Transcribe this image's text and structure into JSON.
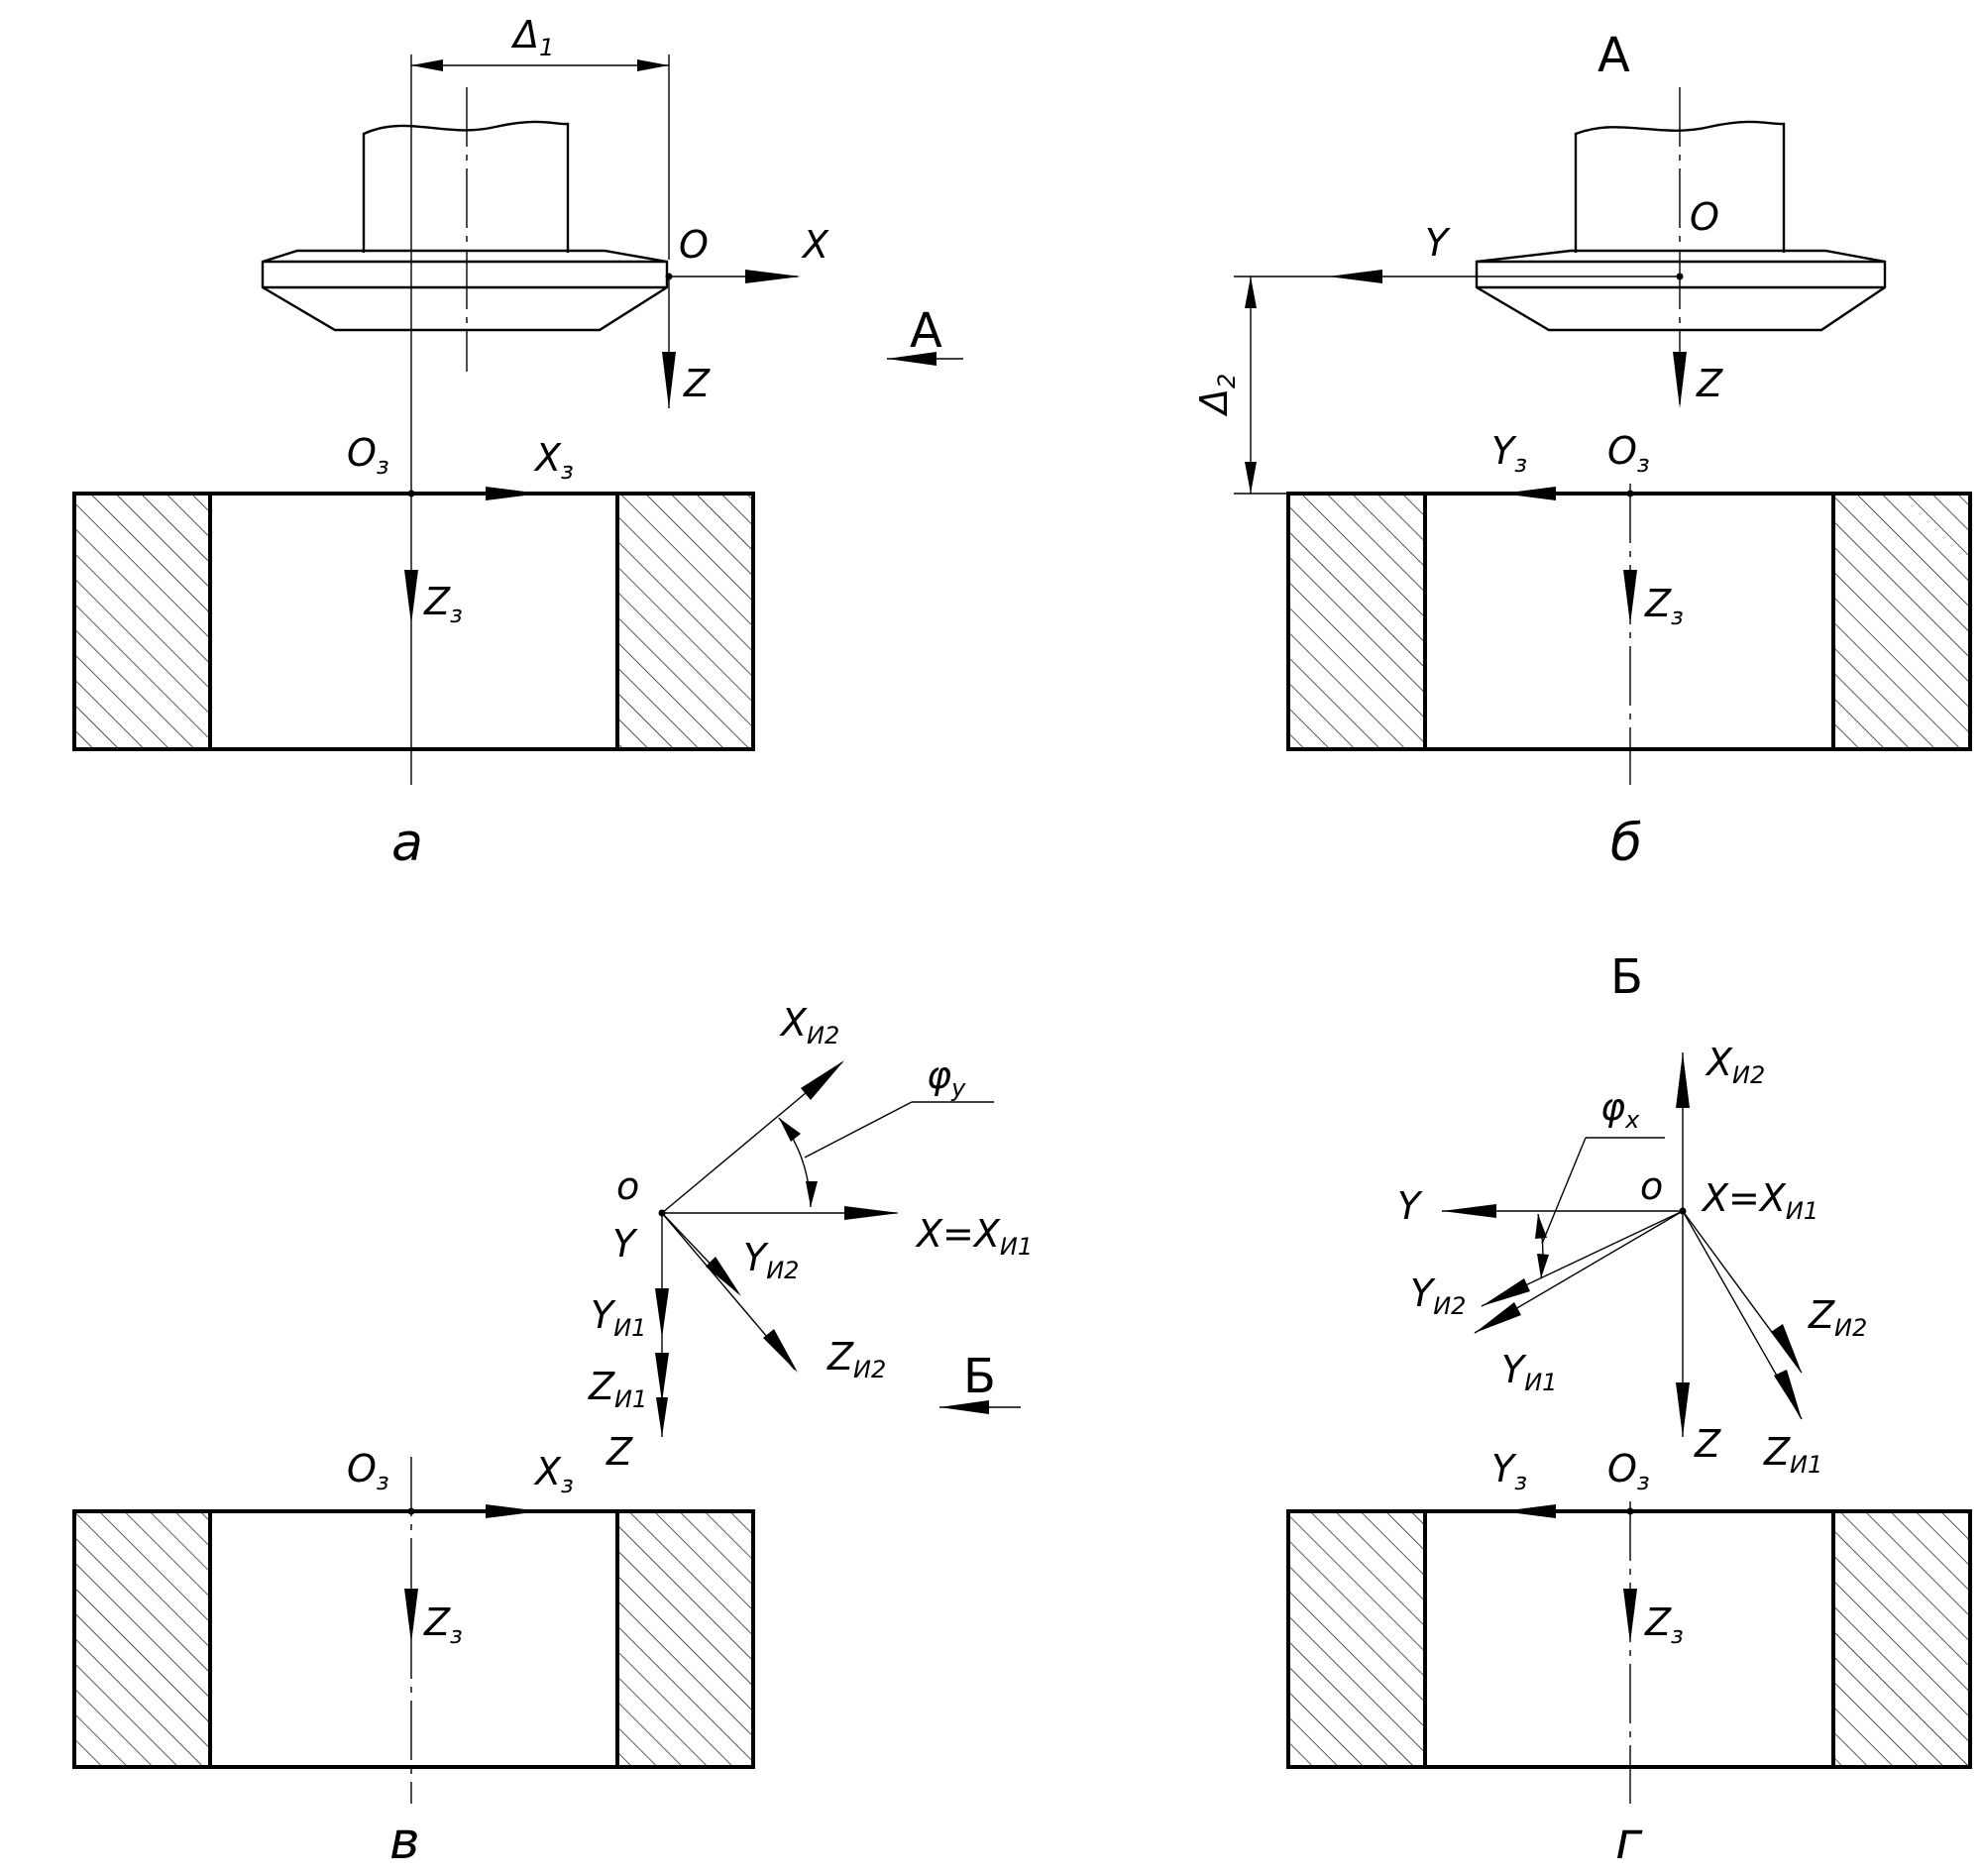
{
  "panels": {
    "a": {
      "caption": "а",
      "delta": {
        "main": "Δ",
        "sub": "1"
      },
      "o": "O",
      "x": "X",
      "z": "Z",
      "view": "А",
      "o_z": {
        "main": "O",
        "sub": "з"
      },
      "x_z": {
        "main": "X",
        "sub": "з"
      },
      "z_z": {
        "main": "Z",
        "sub": "з"
      }
    },
    "b": {
      "caption": "б",
      "view": "А",
      "o": "O",
      "y": "Y",
      "z": "Z",
      "delta": {
        "main": "Δ",
        "sub": "2"
      },
      "y_z": {
        "main": "Y",
        "sub": "з"
      },
      "o_z": {
        "main": "O",
        "sub": "з"
      },
      "z_z": {
        "main": "Z",
        "sub": "з"
      }
    },
    "v": {
      "caption": "в",
      "o": "o",
      "y": "Y",
      "x_i2": {
        "main": "X",
        "sub": "И2"
      },
      "phi": {
        "main": "φ",
        "sub": "y"
      },
      "x_eq": {
        "main": "X=X",
        "sub": "И1"
      },
      "y_i2": {
        "main": "Y",
        "sub": "И2"
      },
      "z_i2": {
        "main": "Z",
        "sub": "И2"
      },
      "y_i1": {
        "main": "Y",
        "sub": "И1"
      },
      "z_i1": {
        "main": "Z",
        "sub": "И1"
      },
      "z": "Z",
      "view": "Б",
      "o_z": {
        "main": "O",
        "sub": "з"
      },
      "x_z": {
        "main": "X",
        "sub": "з"
      },
      "z_z": {
        "main": "Z",
        "sub": "з"
      }
    },
    "g": {
      "caption": "г",
      "view": "Б",
      "x_i2": {
        "main": "X",
        "sub": "И2"
      },
      "phi": {
        "main": "φ",
        "sub": "x"
      },
      "y": "Y",
      "o": "o",
      "x_eq": {
        "main": "X=X",
        "sub": "И1"
      },
      "y_i2": {
        "main": "Y",
        "sub": "И2"
      },
      "y_i1": {
        "main": "Y",
        "sub": "И1"
      },
      "z_i2": {
        "main": "Z",
        "sub": "И2"
      },
      "z": "Z",
      "z_i1": {
        "main": "Z",
        "sub": "И1"
      },
      "y_z": {
        "main": "Y",
        "sub": "з"
      },
      "o_z": {
        "main": "O",
        "sub": "з"
      },
      "z_z": {
        "main": "Z",
        "sub": "з"
      }
    }
  }
}
